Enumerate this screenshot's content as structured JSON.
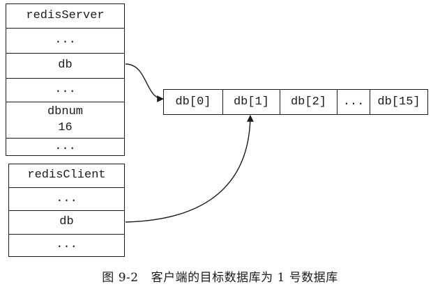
{
  "redis_server": {
    "title": "redisServer",
    "rows": [
      "...",
      "db",
      "..."
    ],
    "dbnum_label": "dbnum",
    "dbnum_value": "16",
    "last_row": "..."
  },
  "redis_client": {
    "title": "redisClient",
    "rows": [
      "...",
      "db",
      "..."
    ]
  },
  "db_array": [
    "db[0]",
    "db[1]",
    "db[2]",
    "...",
    "db[15]"
  ],
  "caption": {
    "figure_number": "图 9-2",
    "text": "客户端的目标数据库为 1 号数据库"
  }
}
